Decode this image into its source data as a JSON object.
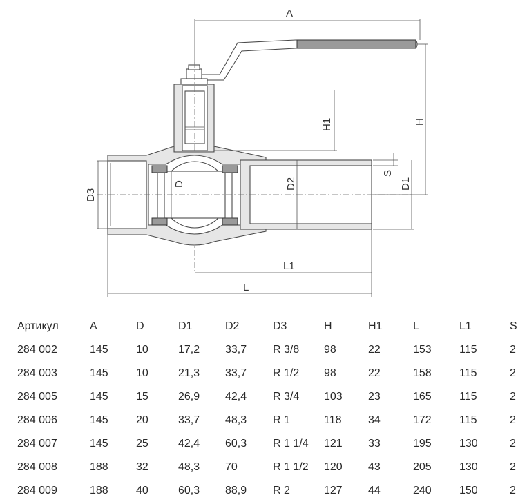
{
  "drawing": {
    "labels": {
      "A": "A",
      "H": "H",
      "H1": "H1",
      "D": "D",
      "D1": "D1",
      "D2": "D2",
      "D3": "D3",
      "S": "S",
      "L": "L",
      "L1": "L1"
    }
  },
  "table": {
    "headers": [
      "Артикул",
      "A",
      "D",
      "D1",
      "D2",
      "D3",
      "H",
      "H1",
      "L",
      "L1",
      "S"
    ],
    "rows": [
      [
        "284 002",
        "145",
        "10",
        "17,2",
        "33,7",
        "R 3/8",
        "98",
        "22",
        "153",
        "115",
        "2"
      ],
      [
        "284 003",
        "145",
        "10",
        "21,3",
        "33,7",
        "R 1/2",
        "98",
        "22",
        "158",
        "115",
        "2"
      ],
      [
        "284 005",
        "145",
        "15",
        "26,9",
        "42,4",
        "R 3/4",
        "103",
        "23",
        "165",
        "115",
        "2"
      ],
      [
        "284 006",
        "145",
        "20",
        "33,7",
        "48,3",
        "R 1",
        "118",
        "34",
        "172",
        "115",
        "2"
      ],
      [
        "284 007",
        "145",
        "25",
        "42,4",
        "60,3",
        "R 1 1/4",
        "121",
        "33",
        "195",
        "130",
        "2"
      ],
      [
        "284 008",
        "188",
        "32",
        "48,3",
        "70",
        "R 1 1/2",
        "120",
        "43",
        "205",
        "130",
        "2"
      ],
      [
        "284 009",
        "188",
        "40",
        "60,3",
        "88,9",
        "R 2",
        "127",
        "44",
        "240",
        "150",
        "2"
      ]
    ]
  }
}
